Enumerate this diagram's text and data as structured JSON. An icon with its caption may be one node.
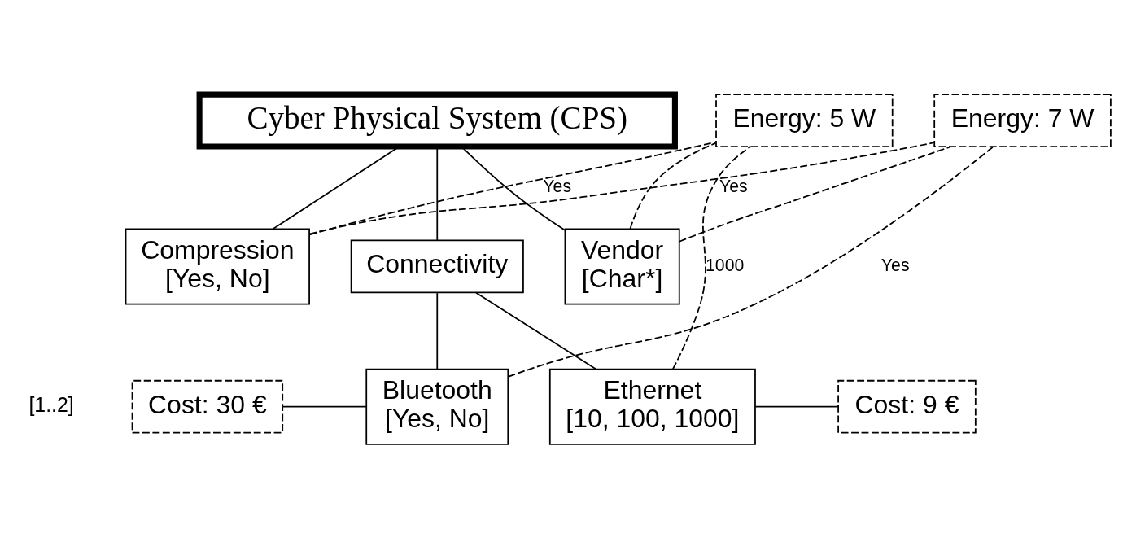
{
  "diagram": {
    "nodes": [
      {
        "text": [
          "Cyber Physical System (CPS)"
        ]
      },
      {
        "text": [
          "Compression",
          "[Yes, No]"
        ]
      },
      {
        "text": [
          "Connectivity"
        ]
      },
      {
        "text": [
          "Vendor",
          "[Char*]"
        ]
      },
      {
        "text": [
          "Bluetooth",
          "[Yes, No]"
        ]
      },
      {
        "text": [
          "Ethernet",
          "[10, 100, 1000]"
        ]
      },
      {
        "text": [
          "Energy: 5 W"
        ]
      },
      {
        "text": [
          "Cost: 30 €"
        ]
      },
      {
        "text": [
          "Cost: 9 €"
        ]
      },
      {
        "text": [
          "Energy: 7 W"
        ]
      }
    ],
    "edges": [
      {
        "from": 0,
        "to": 1,
        "arrow": "none"
      },
      {
        "from": 0,
        "to": 2,
        "arrow": "none"
      },
      {
        "from": 0,
        "to": 3,
        "arrow": "none"
      },
      {
        "from": 2,
        "to": 4,
        "arrow": "none"
      },
      {
        "from": 2,
        "to": 5,
        "arrow": "none"
      },
      {
        "from": 1,
        "to": 6,
        "arrow": "none",
        "label": "Yes",
        "style": "dashed"
      },
      {
        "from": 5,
        "to": 6,
        "arrow": "none",
        "label": "1000",
        "style": "dashed"
      },
      {
        "from": 3,
        "to": 6,
        "arrow": "none",
        "style": "dashed"
      },
      {
        "from": 7,
        "to": 4,
        "arrow": "none"
      },
      {
        "from": 5,
        "to": 8,
        "arrow": "none"
      },
      {
        "from": 1,
        "to": 9,
        "arrow": "none",
        "label": "Yes",
        "style": "dashed"
      },
      {
        "from": 4,
        "to": 9,
        "arrow": "none",
        "label": "Yes",
        "style": "dashed"
      },
      {
        "from": 3,
        "to": 9,
        "arrow": "none",
        "style": "dashed"
      }
    ],
    "labels": [
      "[1..2]"
    ]
  }
}
